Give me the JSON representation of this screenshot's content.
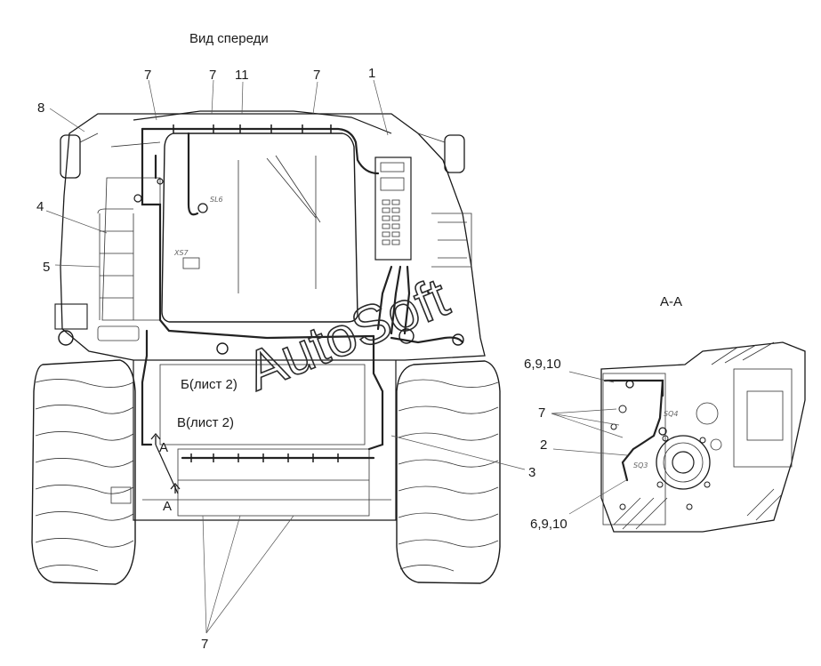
{
  "titles": {
    "front_view": "Вид спереди",
    "section_aa": "A-A"
  },
  "callouts": {
    "c1": "1",
    "c2": "2",
    "c3": "3",
    "c4": "4",
    "c5": "5",
    "c7a": "7",
    "c7b": "7",
    "c7c": "7",
    "c7d": "7",
    "c7e": "7",
    "c8": "8",
    "c11": "11",
    "c6910a": "6,9,10",
    "c6910b": "6,9,10"
  },
  "references": {
    "b_sheet2": "Б(лист 2)",
    "v_sheet2": "В(лист 2)",
    "a_top": "A",
    "a_bottom": "A"
  },
  "component_tags": {
    "sl6": "SL6",
    "xs7": "XS7",
    "sq4": "SQ4",
    "sq3": "SQ3"
  },
  "watermark": "AutoSoft"
}
